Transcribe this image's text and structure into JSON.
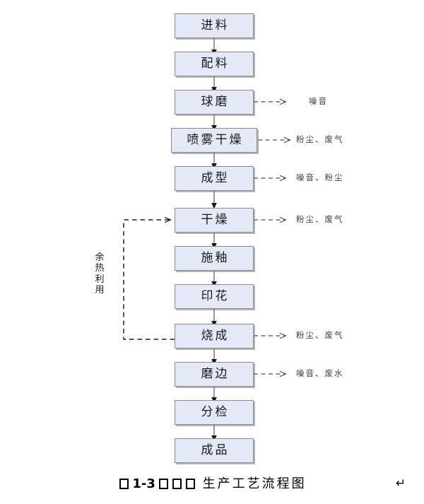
{
  "diagram": {
    "title_caption": {
      "prefix_box": "□",
      "number": "1-3",
      "mid_boxes": [
        "□",
        "□",
        "□"
      ],
      "text": "生产工艺流程图",
      "paragraph_mark": "↵"
    },
    "nodes": [
      {
        "id": "feed",
        "label": "进料"
      },
      {
        "id": "batching",
        "label": "配料"
      },
      {
        "id": "ball-mill",
        "label": "球磨"
      },
      {
        "id": "spray-dry",
        "label": "喷雾干燥"
      },
      {
        "id": "forming",
        "label": "成型"
      },
      {
        "id": "drying",
        "label": "干燥"
      },
      {
        "id": "glazing",
        "label": "施釉"
      },
      {
        "id": "printing",
        "label": "印花"
      },
      {
        "id": "firing",
        "label": "烧成"
      },
      {
        "id": "edge-grind",
        "label": "磨边"
      },
      {
        "id": "sorting",
        "label": "分检"
      },
      {
        "id": "product",
        "label": "成品"
      }
    ],
    "emissions": [
      {
        "from": "ball-mill",
        "label": "噪音"
      },
      {
        "from": "spray-dry",
        "label": "粉尘、废气"
      },
      {
        "from": "forming",
        "label": "噪音、粉尘"
      },
      {
        "from": "drying",
        "label": "粉尘、废气"
      },
      {
        "from": "firing",
        "label": "粉尘、废气"
      },
      {
        "from": "edge-grind",
        "label": "噪音、废水"
      }
    ],
    "recycle_label": "余热利用",
    "colors": {
      "node_fill": "#e3e9f7",
      "node_border": "#8a8a8a",
      "connector": "#7f7f7f",
      "arrowhead": "#1a1a1a",
      "label_text": "#404040"
    }
  }
}
